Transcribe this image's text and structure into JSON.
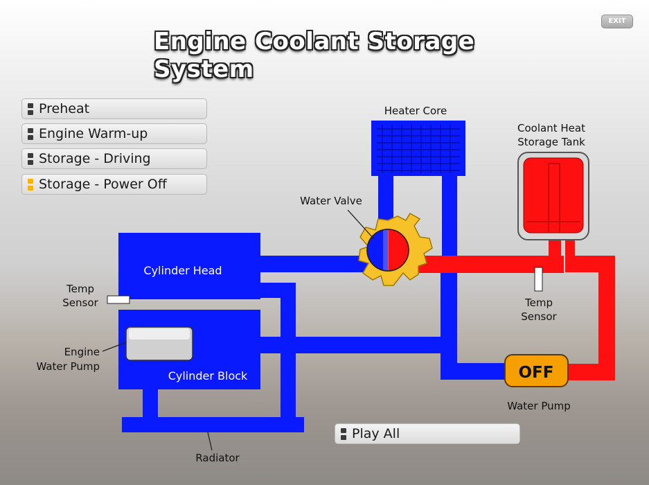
{
  "title": "Engine Coolant Storage System",
  "exit_label": "EXIT",
  "menu": {
    "items": [
      {
        "label": "Preheat",
        "active": false
      },
      {
        "label": "Engine Warm-up",
        "active": false
      },
      {
        "label": "Storage - Driving",
        "active": false
      },
      {
        "label": "Storage - Power Off",
        "active": true
      }
    ],
    "play_all": "Play All"
  },
  "diagram": {
    "heater_core": "Heater Core",
    "coolant_tank_line1": "Coolant Heat",
    "coolant_tank_line2": "Storage Tank",
    "water_valve": "Water Valve",
    "cylinder_head": "Cylinder Head",
    "cylinder_block": "Cylinder Block",
    "temp_sensor_left_line1": "Temp",
    "temp_sensor_left_line2": "Sensor",
    "temp_sensor_right_line1": "Temp",
    "temp_sensor_right_line2": "Sensor",
    "engine_pump_line1": "Engine",
    "engine_pump_line2": "Water Pump",
    "pump_status": "OFF",
    "water_pump": "Water Pump",
    "radiator": "Radiator"
  },
  "colors": {
    "coolant_cold": "#0a1aff",
    "coolant_hot": "#ff1010",
    "pump_status_bg": "#f5a000",
    "menu_active_marker": "#f7b500"
  }
}
